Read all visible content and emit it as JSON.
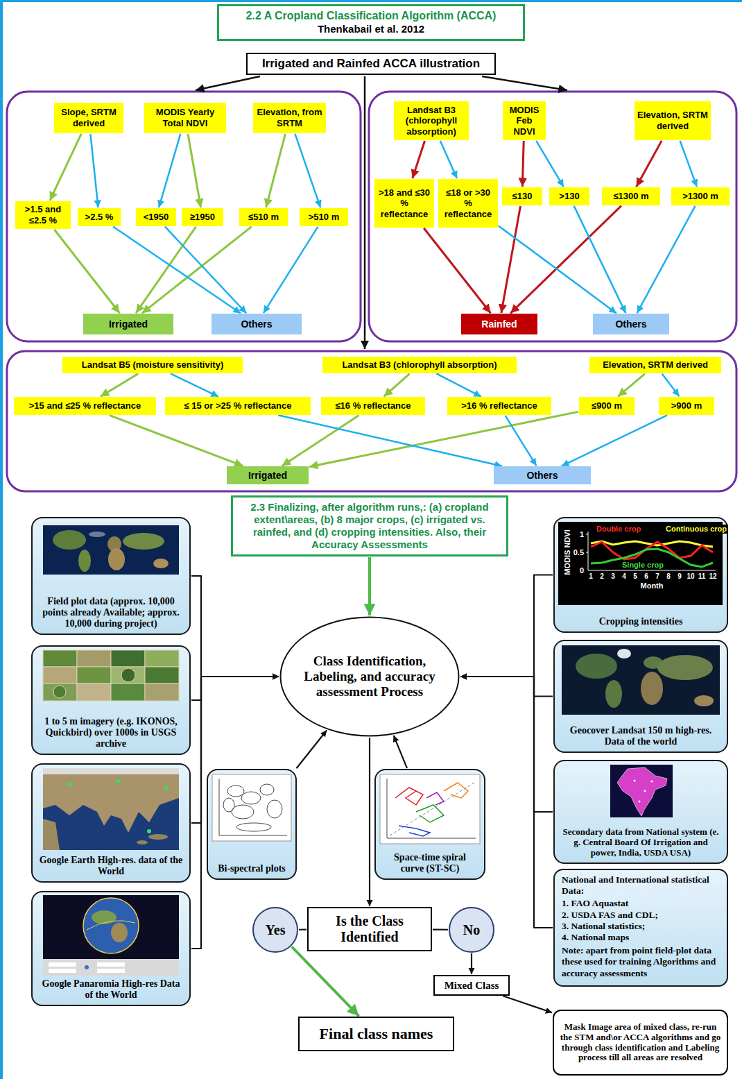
{
  "diagram": {
    "nodes": [
      {
        "text": [
          "2.2 A Cropland Classification Algorithm (ACCA)",
          "Thenkabail et al. 2012"
        ]
      },
      {
        "text": [
          "Irrigated and Rainfed ACCA illustration"
        ]
      },
      {
        "text": [
          "Slope, SRTM derived"
        ]
      },
      {
        "text": [
          "MODIS Yearly Total NDVI"
        ]
      },
      {
        "text": [
          "Elevation, from SRTM"
        ]
      },
      {
        "text": [
          ">1.5 and ≤2.5 %"
        ]
      },
      {
        "text": [
          ">2.5 %"
        ]
      },
      {
        "text": [
          "<1950"
        ]
      },
      {
        "text": [
          "≥1950"
        ]
      },
      {
        "text": [
          "≤510 m"
        ]
      },
      {
        "text": [
          ">510 m"
        ]
      },
      {
        "text": [
          "Irrigated"
        ]
      },
      {
        "text": [
          "Others"
        ]
      },
      {
        "text": [
          "Landsat B3 (chlorophyll absorption)"
        ]
      },
      {
        "text": [
          "MODIS Feb NDVI"
        ]
      },
      {
        "text": [
          "Elevation, SRTM derived"
        ]
      },
      {
        "text": [
          ">18 and ≤30 % reflectance"
        ]
      },
      {
        "text": [
          "≤18 or >30 % reflectance"
        ]
      },
      {
        "text": [
          "≤130"
        ]
      },
      {
        "text": [
          ">130"
        ]
      },
      {
        "text": [
          "≤1300 m"
        ]
      },
      {
        "text": [
          ">1300 m"
        ]
      },
      {
        "text": [
          "Rainfed"
        ]
      },
      {
        "text": [
          "Others"
        ]
      },
      {
        "text": [
          "Landsat B5 (moisture sensitivity)"
        ]
      },
      {
        "text": [
          "Landsat B3 (chlorophyll absorption)"
        ]
      },
      {
        "text": [
          "Elevation, SRTM derived"
        ]
      },
      {
        "text": [
          ">15 and ≤25 % reflectance"
        ]
      },
      {
        "text": [
          "≤ 15 or >25 % reflectance"
        ]
      },
      {
        "text": [
          "≤16 % reflectance"
        ]
      },
      {
        "text": [
          ">16 % reflectance"
        ]
      },
      {
        "text": [
          "≤900 m"
        ]
      },
      {
        "text": [
          ">900 m"
        ]
      },
      {
        "text": [
          "Irrigated"
        ]
      },
      {
        "text": [
          "Others"
        ]
      },
      {
        "text": [
          "2.3 Finalizing, after algorithm runs,: (a) cropland extent\\areas, (b) 8 major crops, (c) irrigated vs. rainfed, and (d) cropping intensities. Also, their Accuracy Assessments"
        ]
      },
      {
        "text": [
          "Field plot data (approx. 10,000 points already Available; approx. 10,000 during project)"
        ]
      },
      {
        "text": [
          "Cropping intensities"
        ]
      },
      {
        "text": [
          "Class Identification, Labeling, and accuracy assessment Process"
        ]
      },
      {
        "text": [
          "1 to 5 m imagery (e.g. IKONOS, Quickbird) over 1000s in USGS archive"
        ]
      },
      {
        "text": [
          "Geocover Landsat 150 m high-res. Data of the world"
        ]
      },
      {
        "text": [
          "Google Earth High-res. data of the World"
        ]
      },
      {
        "text": [
          "Bi-spectral plots"
        ]
      },
      {
        "text": [
          "Space-time spiral curve (ST-SC)"
        ]
      },
      {
        "text": [
          "Secondary data from National system (e. g. Central Board Of Irrigation and power, India, USDA USA)"
        ]
      },
      {
        "text": [
          "Google Panaromia High-res Data of the World"
        ]
      },
      {
        "text": [
          "National and International statistical Data:",
          "1. FAO Aquastat",
          "2. USDA FAS and CDL;",
          "3. National statistics;",
          "4. National maps",
          "Note: apart from point field-plot data these used for training Algorithms and accuracy assessments"
        ]
      },
      {
        "text": [
          "Is the Class Identified"
        ]
      },
      {
        "text": [
          "Yes"
        ]
      },
      {
        "text": [
          "No"
        ]
      },
      {
        "text": [
          "Mixed Class"
        ]
      },
      {
        "text": [
          "Final class names"
        ]
      },
      {
        "text": [
          "Mask Image area of mixed class, re-run the STM and\\or ACCA algorithms and go through class identification and Labeling process till all areas are resolved"
        ]
      }
    ],
    "edges": [
      {
        "from": 2,
        "to": 5,
        "arrow": "to"
      },
      {
        "from": 2,
        "to": 6,
        "arrow": "to"
      },
      {
        "from": 3,
        "to": 7,
        "arrow": "to"
      },
      {
        "from": 3,
        "to": 8,
        "arrow": "to"
      },
      {
        "from": 4,
        "to": 9,
        "arrow": "to"
      },
      {
        "from": 4,
        "to": 10,
        "arrow": "to"
      },
      {
        "from": 5,
        "to": 11,
        "arrow": "to"
      },
      {
        "from": 8,
        "to": 11,
        "arrow": "to"
      },
      {
        "from": 9,
        "to": 11,
        "arrow": "to"
      },
      {
        "from": 6,
        "to": 12,
        "arrow": "to"
      },
      {
        "from": 7,
        "to": 12,
        "arrow": "to"
      },
      {
        "from": 10,
        "to": 12,
        "arrow": "to"
      },
      {
        "from": 13,
        "to": 16,
        "arrow": "to"
      },
      {
        "from": 13,
        "to": 17,
        "arrow": "to"
      },
      {
        "from": 14,
        "to": 18,
        "arrow": "to"
      },
      {
        "from": 14,
        "to": 19,
        "arrow": "to"
      },
      {
        "from": 15,
        "to": 20,
        "arrow": "to"
      },
      {
        "from": 15,
        "to": 21,
        "arrow": "to"
      },
      {
        "from": 16,
        "to": 22,
        "arrow": "to"
      },
      {
        "from": 18,
        "to": 22,
        "arrow": "to"
      },
      {
        "from": 20,
        "to": 22,
        "arrow": "to"
      },
      {
        "from": 17,
        "to": 23,
        "arrow": "to"
      },
      {
        "from": 19,
        "to": 23,
        "arrow": "to"
      },
      {
        "from": 21,
        "to": 23,
        "arrow": "to"
      },
      {
        "from": 24,
        "to": 27,
        "arrow": "to"
      },
      {
        "from": 24,
        "to": 28,
        "arrow": "to"
      },
      {
        "from": 25,
        "to": 29,
        "arrow": "to"
      },
      {
        "from": 25,
        "to": 30,
        "arrow": "to"
      },
      {
        "from": 26,
        "to": 31,
        "arrow": "to"
      },
      {
        "from": 26,
        "to": 32,
        "arrow": "to"
      },
      {
        "from": 27,
        "to": 33,
        "arrow": "to"
      },
      {
        "from": 29,
        "to": 33,
        "arrow": "to"
      },
      {
        "from": 31,
        "to": 33,
        "arrow": "to"
      },
      {
        "from": 28,
        "to": 34,
        "arrow": "to"
      },
      {
        "from": 30,
        "to": 34,
        "arrow": "to"
      },
      {
        "from": 32,
        "to": 34,
        "arrow": "to"
      },
      {
        "from": 35,
        "to": 38,
        "arrow": "to"
      },
      {
        "from": 36,
        "to": 38,
        "arrow": "to"
      },
      {
        "from": 39,
        "to": 38,
        "arrow": "to"
      },
      {
        "from": 41,
        "to": 38,
        "arrow": "to"
      },
      {
        "from": 45,
        "to": 38,
        "arrow": "to"
      },
      {
        "from": 37,
        "to": 38,
        "arrow": "to"
      },
      {
        "from": 40,
        "to": 38,
        "arrow": "to"
      },
      {
        "from": 44,
        "to": 38,
        "arrow": "to"
      },
      {
        "from": 46,
        "to": 38,
        "arrow": "to"
      },
      {
        "from": 42,
        "to": 38,
        "arrow": "to"
      },
      {
        "from": 43,
        "to": 38,
        "arrow": "to"
      },
      {
        "from": 38,
        "to": 47,
        "arrow": "to"
      },
      {
        "from": 47,
        "to": 48,
        "arrow": "none"
      },
      {
        "from": 47,
        "to": 49,
        "arrow": "none"
      },
      {
        "from": 48,
        "to": 51,
        "arrow": "to"
      },
      {
        "from": 49,
        "to": 50,
        "arrow": "to"
      },
      {
        "from": 50,
        "to": 52,
        "arrow": "to"
      }
    ],
    "labels": [
      "MODIS NDVI",
      "1",
      "0.5",
      "0",
      "1",
      "2",
      "3",
      "4",
      "5",
      "6",
      "7",
      "8",
      "9",
      "10",
      "11",
      "12",
      "Month",
      "Double crop",
      "Continuous crop",
      "Single crop"
    ]
  }
}
